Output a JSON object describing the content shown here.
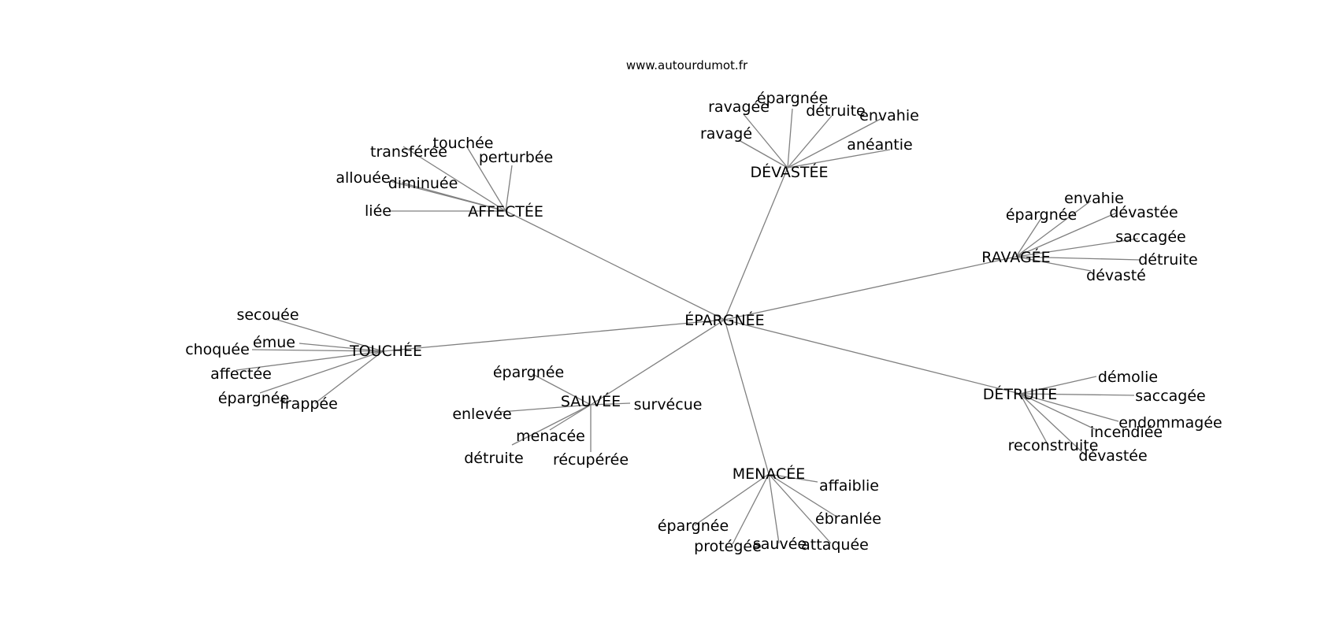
{
  "watermark": "www.autourdumot.fr",
  "graph": {
    "center": "ÉPARGNÉE",
    "hubs": [
      {
        "label": "AFFECTÉE",
        "leaves": [
          "transférée",
          "touchée",
          "perturbée",
          "allouée",
          "diminuée",
          "liée"
        ]
      },
      {
        "label": "DÉVASTÉE",
        "leaves": [
          "ravagée",
          "épargnée",
          "détruite",
          "envahie",
          "ravagé",
          "anéantie"
        ]
      },
      {
        "label": "RAVAGÉE",
        "leaves": [
          "envahie",
          "épargnée",
          "dévastée",
          "saccagée",
          "détruite",
          "dévasté"
        ]
      },
      {
        "label": "TOUCHÉE",
        "leaves": [
          "secouée",
          "émue",
          "choquée",
          "affectée",
          "épargnée",
          "frappée"
        ]
      },
      {
        "label": "SAUVÉE",
        "leaves": [
          "épargnée",
          "enlevée",
          "survécue",
          "menacée",
          "détruite",
          "récupérée"
        ]
      },
      {
        "label": "DÉTRUITE",
        "leaves": [
          "démolie",
          "saccagée",
          "endommagée",
          "incendiée",
          "reconstruite",
          "dévastée"
        ]
      },
      {
        "label": "MENACÉE",
        "leaves": [
          "affaiblie",
          "ébranlée",
          "épargnée",
          "protégée",
          "sauvée",
          "attaquée"
        ]
      }
    ]
  }
}
